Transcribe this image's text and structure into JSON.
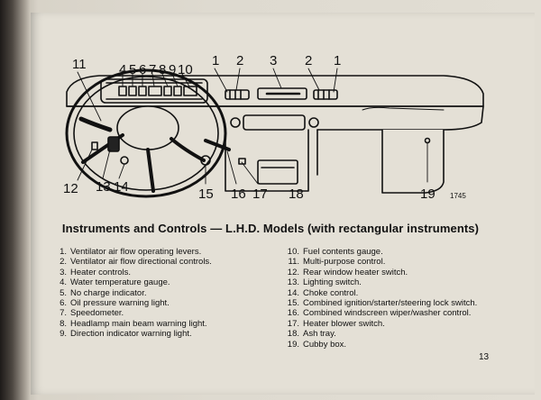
{
  "figure": {
    "callouts": [
      {
        "id": "c11",
        "text": "11"
      },
      {
        "id": "c4",
        "text": "4"
      },
      {
        "id": "c5",
        "text": "5"
      },
      {
        "id": "c6",
        "text": "6"
      },
      {
        "id": "c7",
        "text": "7"
      },
      {
        "id": "c8",
        "text": "8"
      },
      {
        "id": "c9",
        "text": "9"
      },
      {
        "id": "c10",
        "text": "10"
      },
      {
        "id": "c1a",
        "text": "1"
      },
      {
        "id": "c2a",
        "text": "2"
      },
      {
        "id": "c3",
        "text": "3"
      },
      {
        "id": "c2b",
        "text": "2"
      },
      {
        "id": "c1b",
        "text": "1"
      },
      {
        "id": "c12",
        "text": "12"
      },
      {
        "id": "c13",
        "text": "13"
      },
      {
        "id": "c14",
        "text": "14"
      },
      {
        "id": "c15",
        "text": "15"
      },
      {
        "id": "c16",
        "text": "16"
      },
      {
        "id": "c17",
        "text": "17"
      },
      {
        "id": "c18",
        "text": "18"
      },
      {
        "id": "c19",
        "text": "19"
      }
    ],
    "figure_number": "1745"
  },
  "title": "Instruments and Controls — L.H.D. Models (with rectangular instruments)",
  "legend_left": [
    {
      "num": "1.",
      "label": "Ventilator air flow operating levers."
    },
    {
      "num": "2.",
      "label": "Ventilator air flow directional controls."
    },
    {
      "num": "3.",
      "label": "Heater controls."
    },
    {
      "num": "4.",
      "label": "Water temperature gauge."
    },
    {
      "num": "5.",
      "label": "No charge indicator."
    },
    {
      "num": "6.",
      "label": "Oil pressure warning light."
    },
    {
      "num": "7.",
      "label": "Speedometer."
    },
    {
      "num": "8.",
      "label": "Headlamp main beam warning light."
    },
    {
      "num": "9.",
      "label": "Direction indicator warning light."
    }
  ],
  "legend_right": [
    {
      "num": "10.",
      "label": "Fuel contents gauge."
    },
    {
      "num": "11.",
      "label": "Multi-purpose control."
    },
    {
      "num": "12.",
      "label": "Rear window heater switch."
    },
    {
      "num": "13.",
      "label": "Lighting switch."
    },
    {
      "num": "14.",
      "label": "Choke control."
    },
    {
      "num": "15.",
      "label": "Combined ignition/starter/steering lock switch."
    },
    {
      "num": "16.",
      "label": "Combined windscreen wiper/washer control."
    },
    {
      "num": "17.",
      "label": "Heater blower switch."
    },
    {
      "num": "18.",
      "label": "Ash tray."
    },
    {
      "num": "19.",
      "label": "Cubby box."
    }
  ],
  "page_number": "13"
}
